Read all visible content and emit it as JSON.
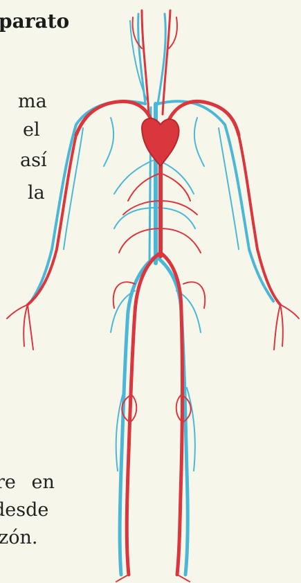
{
  "title": "parato",
  "text_top": [
    "ma",
    "el",
    "así",
    "la"
  ],
  "text_bottom": [
    "re en",
    "desde",
    "zón."
  ],
  "colors": {
    "background": "#f6f7ea",
    "artery": "#d9363e",
    "vein": "#4bb7d6",
    "heart": "#d9363e"
  },
  "figure": {
    "subject": "circulatory-system-human-body",
    "icon": "human-body-illustration"
  }
}
